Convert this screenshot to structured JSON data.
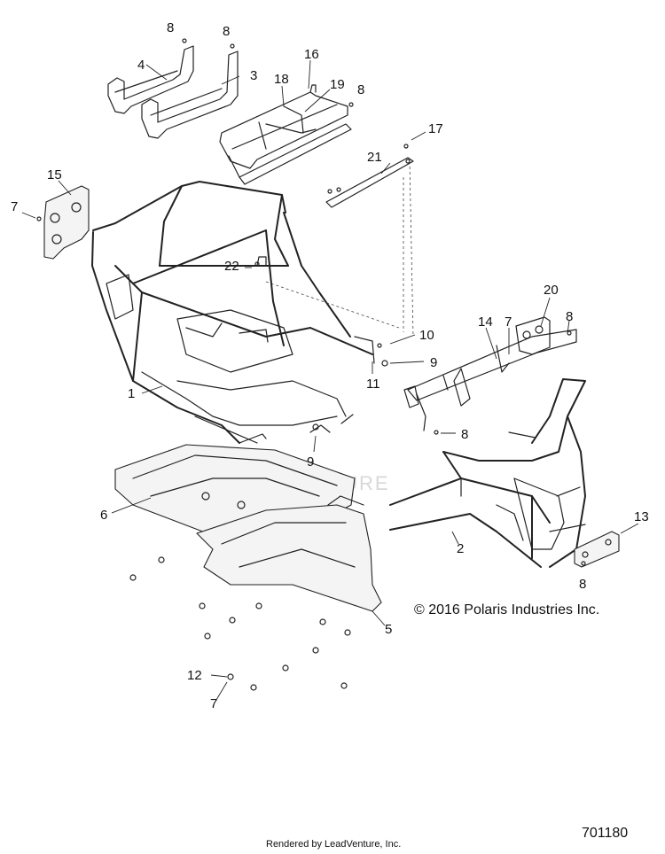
{
  "callouts": {
    "c1": "1",
    "c2": "2",
    "c3": "3",
    "c4": "4",
    "c5": "5",
    "c6": "6",
    "c7a": "7",
    "c7b": "7",
    "c7c": "7",
    "c8a": "8",
    "c8b": "8",
    "c8c": "8",
    "c8d": "8",
    "c8e": "8",
    "c8f": "8",
    "c9a": "9",
    "c9b": "9",
    "c10": "10",
    "c11": "11",
    "c12": "12",
    "c13": "13",
    "c14": "14",
    "c15": "15",
    "c16": "16",
    "c17": "17",
    "c18": "18",
    "c19": "19",
    "c20": "20",
    "c21": "21",
    "c22": "22"
  },
  "copyright": "© 2016 Polaris Industries Inc.",
  "diagram_id": "701180",
  "rendered_by": "Rendered by LeadVenture, Inc.",
  "watermark": "LEADVENTURE"
}
